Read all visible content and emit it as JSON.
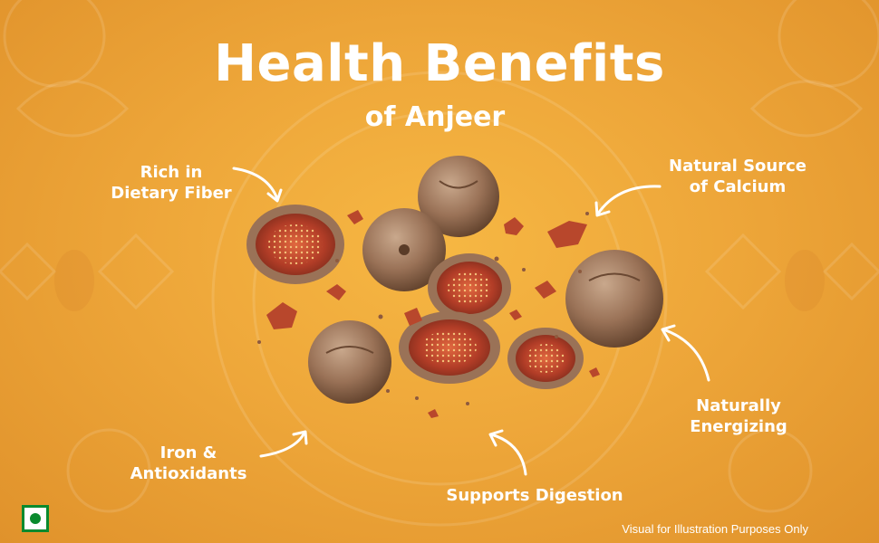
{
  "heading": {
    "title": "Health Benefits",
    "subtitle": "of Anjeer"
  },
  "benefits": [
    {
      "id": "fiber",
      "line1": "Rich in",
      "line2": "Dietary Fiber"
    },
    {
      "id": "calcium",
      "line1": "Natural Source",
      "line2": "of Calcium"
    },
    {
      "id": "energy",
      "line1": "Naturally",
      "line2": "Energizing"
    },
    {
      "id": "iron",
      "line1": "Iron &",
      "line2": "Antioxidants"
    },
    {
      "id": "digestion",
      "line1": "Supports Digestion",
      "line2": ""
    }
  ],
  "disclaimer": "Visual for Illustration Purposes Only",
  "icons": {
    "veg_mark": "vegetarian-mark-icon",
    "arrow": "curved-arrow-icon"
  },
  "colors": {
    "background": "#eea73a",
    "text": "#ffffff",
    "fig_whole": "#9a7257",
    "fig_flesh": "#c0442c",
    "veg_green": "#0a8a2e"
  }
}
